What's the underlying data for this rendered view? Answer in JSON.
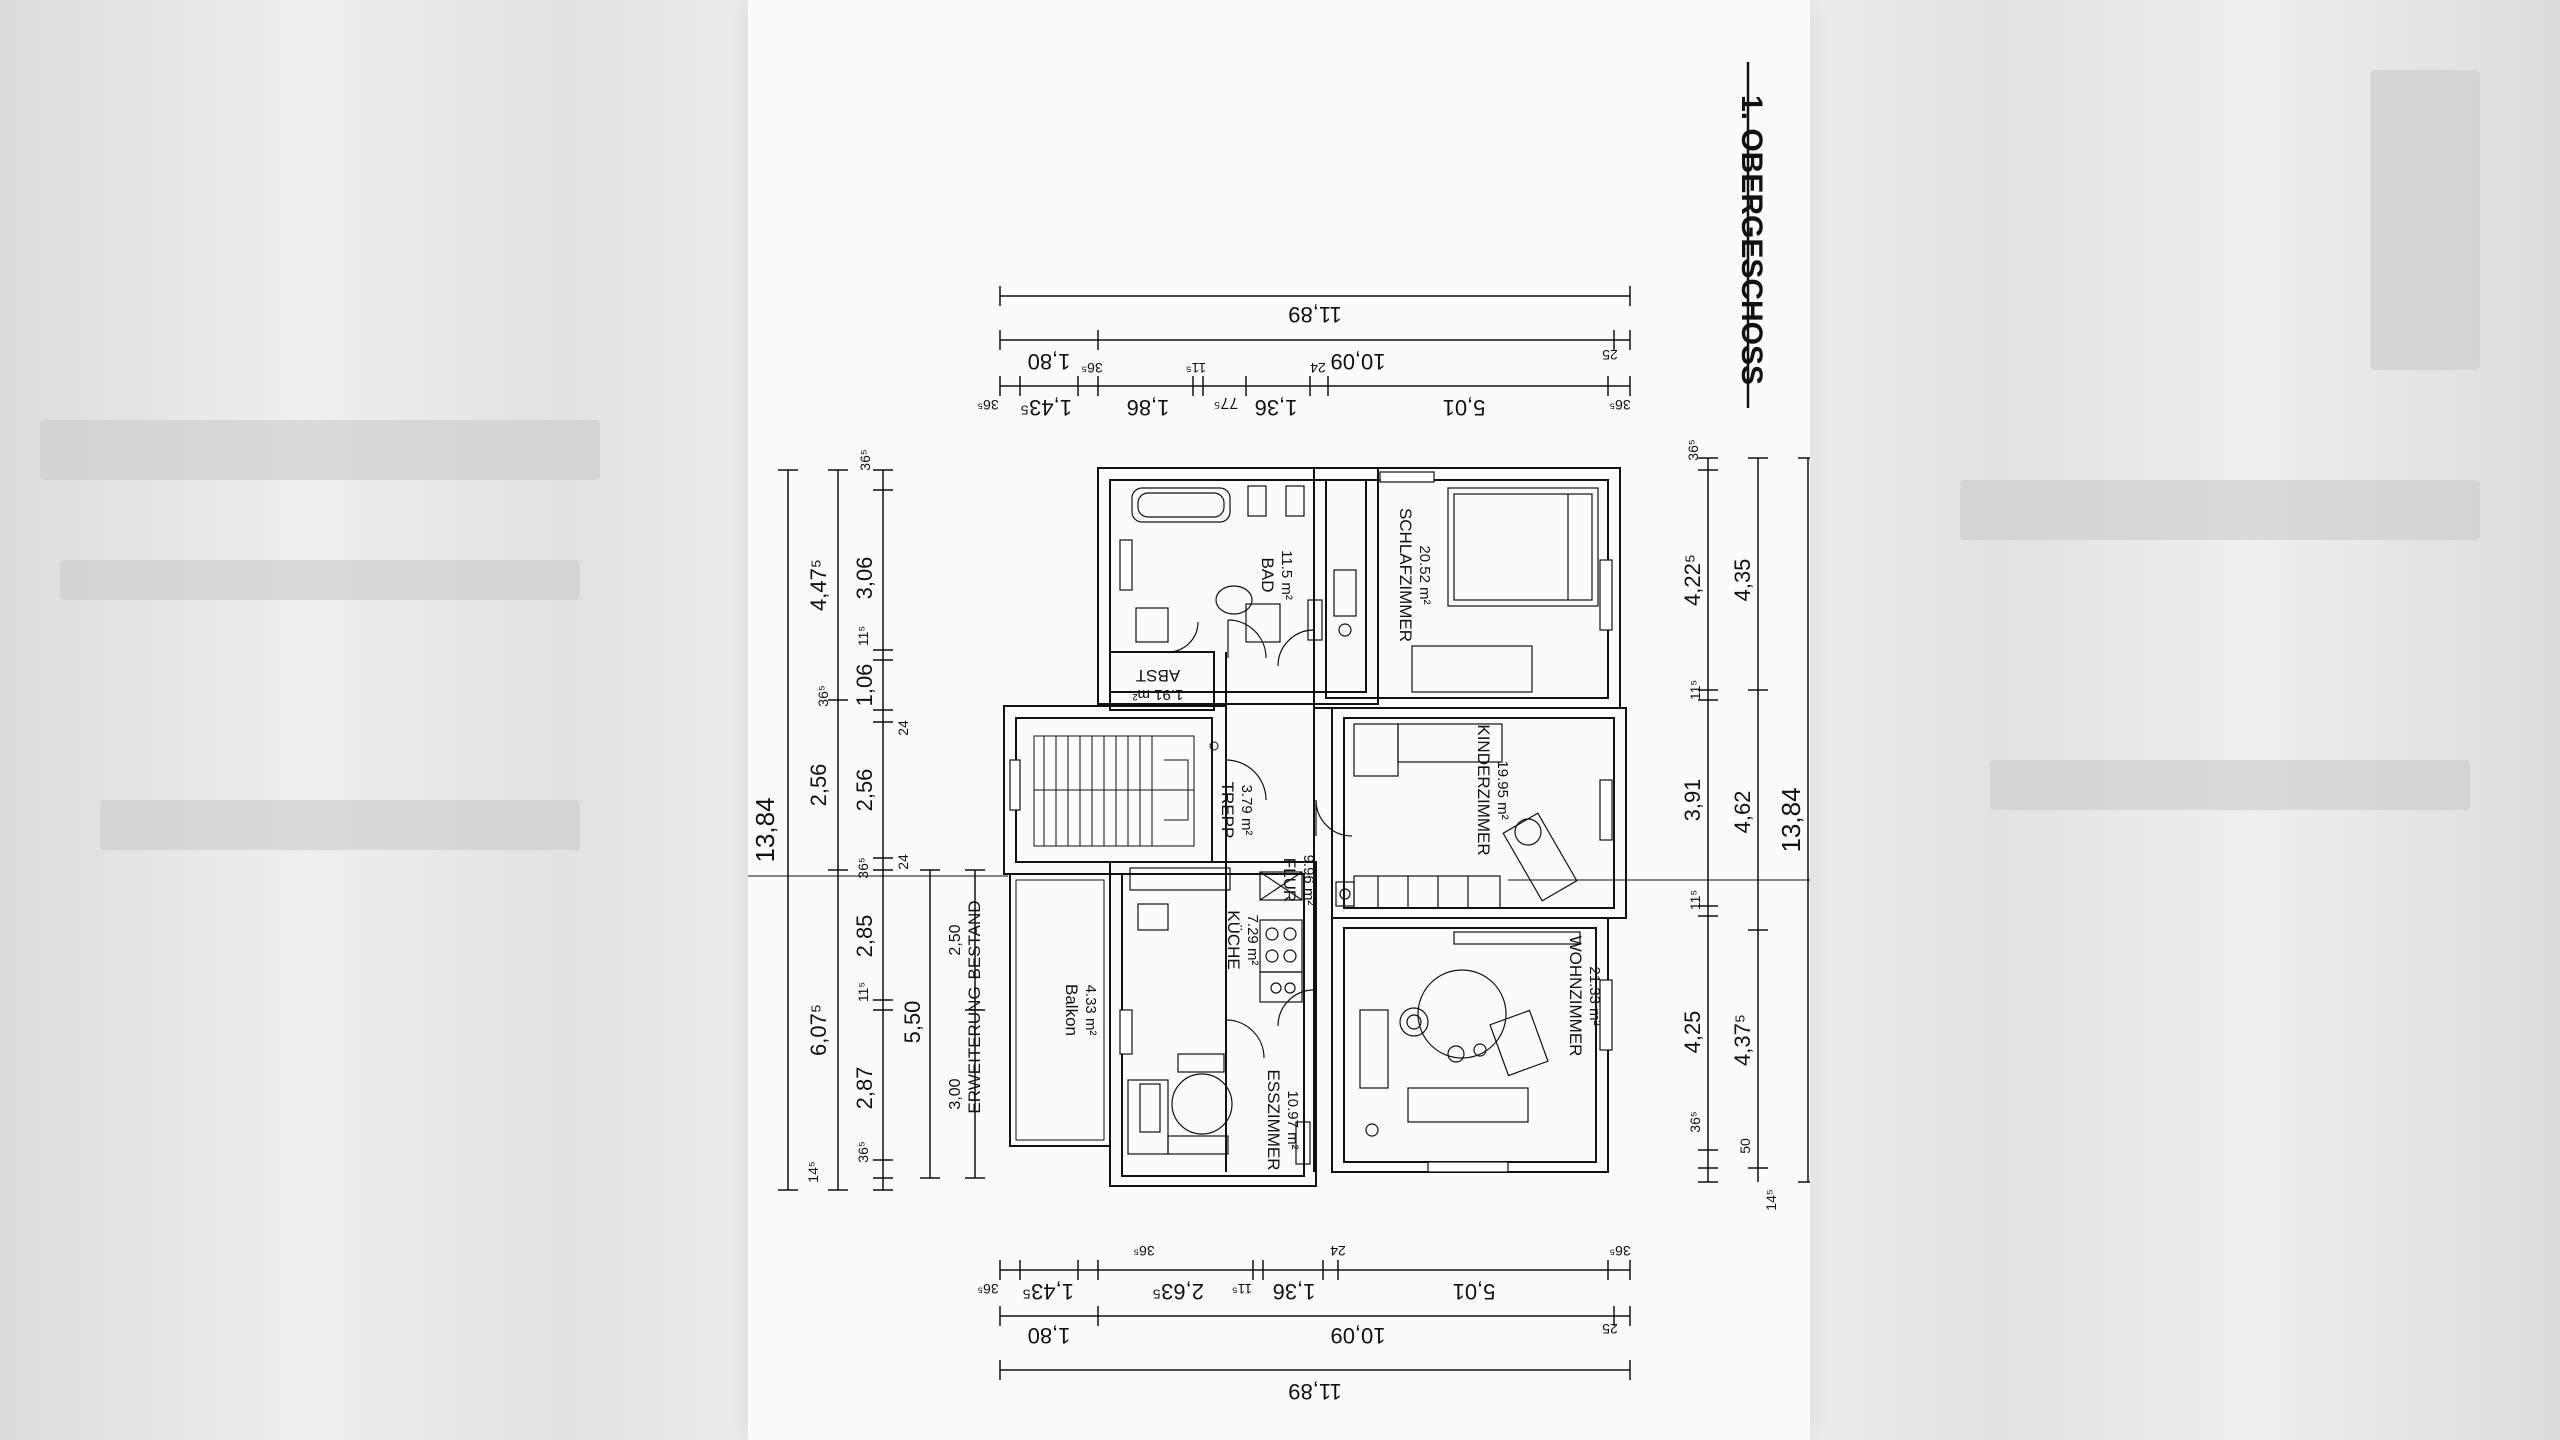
{
  "sheet": {
    "title": "1. OBERGESCHOSS"
  },
  "rooms": {
    "bad": {
      "name": "BAD",
      "area": "11.5 m²"
    },
    "schlafzimmer": {
      "name": "SCHLAFZIMMER",
      "area": "20.52 m²"
    },
    "abst": {
      "name": "ABST",
      "area": "1.91 m²"
    },
    "trepp": {
      "name": "TREPP",
      "area": "3.79 m²"
    },
    "flur": {
      "name": "FLUR",
      "area": "9.96 m²"
    },
    "kinderzimmer": {
      "name": "KINDERZIMMER",
      "area": "19.95 m²"
    },
    "kueche": {
      "name": "KÜCHE",
      "area": "7.29 m²"
    },
    "balkon": {
      "name": "Balkon",
      "area": "4.33 m²"
    },
    "esszimmer": {
      "name": "ESSZIMMER",
      "area": "10.97 m²"
    },
    "wohnzimmer": {
      "name": "WOHNZIMMER",
      "area": "21.33 m²"
    }
  },
  "notes": {
    "erweiterung": "ERWEITERUNG",
    "bestand": "BESTAND"
  },
  "dims": {
    "top_total": "11,89",
    "top_mid_1": "1,80",
    "top_mid_2": "10,09",
    "top_mid_3": "25",
    "top_d1": "36⁵",
    "top_d2": "1,43⁵",
    "top_d3": "36⁵",
    "top_d4": "1,86",
    "top_d5": "11⁵",
    "top_d6": "77⁵",
    "top_d7": "1,36",
    "top_d8": "24",
    "top_d9": "5,01",
    "top_d10": "36⁵",
    "bot_total": "11,89",
    "bot_mid_1": "1,80",
    "bot_mid_2": "10,09",
    "bot_mid_3": "25",
    "bot_d1": "36⁵",
    "bot_d2": "1,43⁵",
    "bot_d3": "36⁵",
    "bot_d4": "2,63⁵",
    "bot_d5": "11⁵",
    "bot_d6": "1,36",
    "bot_d7": "24",
    "bot_d8": "5,01",
    "bot_d9": "36⁵",
    "left_total": "13,84",
    "left_a": "4,47⁵",
    "left_b": "6,07⁵",
    "left_c": "2,56",
    "left_d1": "36⁵",
    "left_d2": "3,06",
    "left_d3": "11⁵",
    "left_d4": "1,06",
    "left_d5": "36⁵",
    "left_d6": "2,56",
    "left_d7": "24",
    "left_d8": "36⁵",
    "left_d9": "24",
    "left_d10": "2,85",
    "left_d11": "11⁵",
    "left_d12": "2,87",
    "left_d13": "36⁵",
    "left_d14": "14⁵",
    "left_e1": "5,50",
    "left_e2": "2,50",
    "left_e3": "3,00",
    "right_total": "13,84",
    "right_a": "4,35",
    "right_b": "4,62",
    "right_c": "4,37⁵",
    "right_d1": "36⁵",
    "right_d2": "4,22⁵",
    "right_d3": "11⁵",
    "right_d4": "3,91",
    "right_d5": "11⁵",
    "right_d6": "4,25",
    "right_d7": "36⁵",
    "right_d8": "50",
    "right_d9": "14⁵"
  }
}
